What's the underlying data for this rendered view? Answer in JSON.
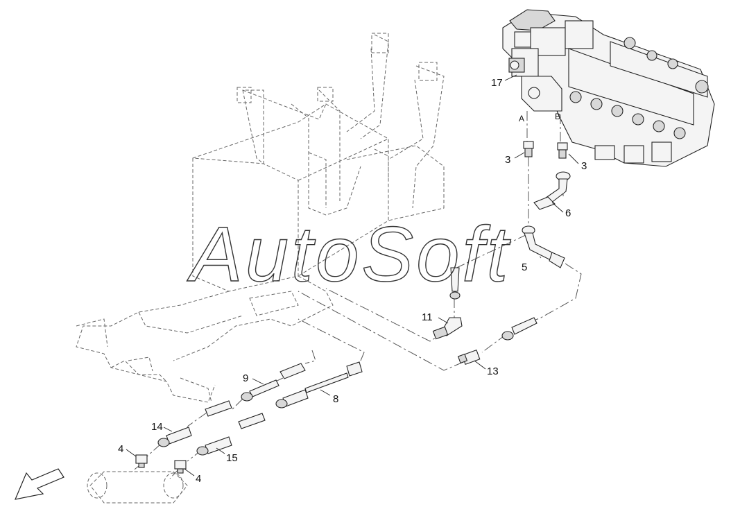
{
  "watermark": "AutoSoft",
  "ports": {
    "a": "A",
    "b": "B"
  },
  "callouts": {
    "c17": "17",
    "c3a": "3",
    "c3b": "3",
    "c6": "6",
    "c5": "5",
    "c11": "11",
    "c13": "13",
    "c9": "9",
    "c8": "8",
    "c14": "14",
    "c15": "15",
    "c4a": "4",
    "c4b": "4"
  }
}
